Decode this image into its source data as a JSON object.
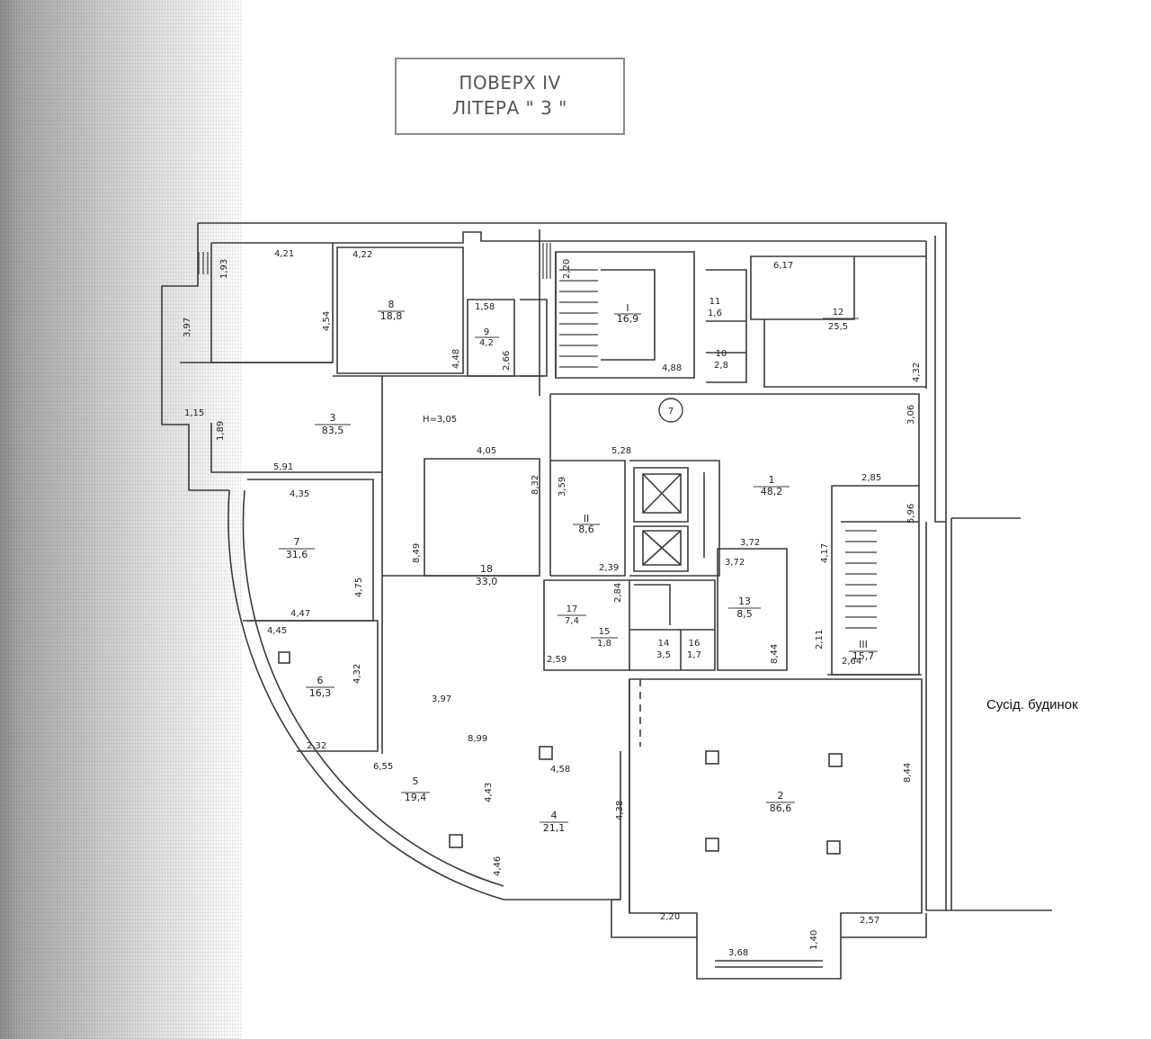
{
  "title": {
    "line1": "ПОВЕРХ  IV",
    "line2": "ЛІТЕРА \" 3 \""
  },
  "neighbor_label": "Сусід. будинок",
  "colors": {
    "line": "#3a3a3a",
    "text": "#222222",
    "scan_edge": "#9a9a9a"
  },
  "rooms": [
    {
      "id": "room-8",
      "number": "8",
      "area": "18,8"
    },
    {
      "id": "room-9",
      "number": "9",
      "area": "4,2"
    },
    {
      "id": "room-stair-I",
      "number": "I",
      "area": "16,9"
    },
    {
      "id": "room-11",
      "number": "11",
      "area": "1,6"
    },
    {
      "id": "room-10",
      "number": "10",
      "area": "2,8"
    },
    {
      "id": "room-12",
      "number": "12",
      "area": "25,5"
    },
    {
      "id": "room-3",
      "number": "3",
      "area": "83,5"
    },
    {
      "id": "room-1",
      "number": "1",
      "area": "48,2"
    },
    {
      "id": "room-7",
      "number": "7",
      "area": "31,6"
    },
    {
      "id": "room-II",
      "number": "II",
      "area": "8,6"
    },
    {
      "id": "room-18",
      "number": "18",
      "area": "33,0"
    },
    {
      "id": "room-13",
      "number": "13",
      "area": "8,5"
    },
    {
      "id": "room-stair-III",
      "number": "III",
      "area": "15,7"
    },
    {
      "id": "room-17",
      "number": "17",
      "area": "7,4"
    },
    {
      "id": "room-15",
      "number": "15",
      "area": "1,8"
    },
    {
      "id": "room-14",
      "number": "14",
      "area": "3,5"
    },
    {
      "id": "room-16",
      "number": "16",
      "area": "1,7"
    },
    {
      "id": "room-6",
      "number": "6",
      "area": "16,3"
    },
    {
      "id": "room-5",
      "number": "5",
      "area": "19,4"
    },
    {
      "id": "room-4",
      "number": "4",
      "area": "21,1"
    },
    {
      "id": "room-2",
      "number": "2",
      "area": "86,6"
    }
  ],
  "dimensions": [
    "4,21",
    "1,93",
    "4,22",
    "3,97",
    "4,54",
    "4,48",
    "1,58",
    "2,66",
    "2,20",
    "4,88",
    "6,17",
    "4,32",
    "1,15",
    "1,89",
    "5,91",
    "H=3,05",
    "4,05",
    "8,32",
    "5,28",
    "3,59",
    "3,06",
    "2,85",
    "5,96",
    "4,35",
    "8,49",
    "4,75",
    "4,47",
    "2,39",
    "2,84",
    "3,72",
    "3,72",
    "4,17",
    "4,45",
    "4,32",
    "2,59",
    "8,44",
    "2,11",
    "2,64",
    "3,97",
    "8,99",
    "2,32",
    "6,55",
    "4,58",
    "4,43",
    "4,38",
    "8,44",
    "4,46",
    "2,20",
    "2,57",
    "3,68",
    "1,40"
  ],
  "entrance_marker": "7"
}
